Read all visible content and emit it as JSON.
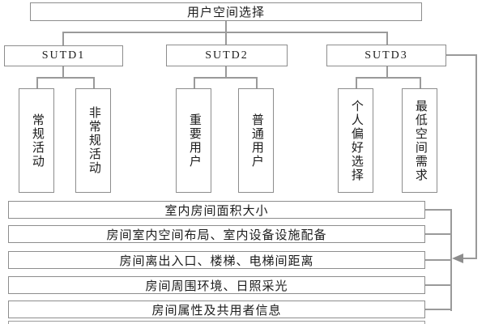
{
  "title": {
    "label": "用户空间选择"
  },
  "branches": [
    {
      "label": "SUTD1",
      "children": [
        "常规活动",
        "非常规活动"
      ]
    },
    {
      "label": "SUTD2",
      "children": [
        "重要用户",
        "普通用户"
      ]
    },
    {
      "label": "SUTD3",
      "children": [
        "个人偏好选择",
        "最低空间需求"
      ]
    }
  ],
  "criteria": [
    "室内房间面积大小",
    "房间室内空间布局、室内设备设施配备",
    "房间离出入口、楼梯、电梯间距离",
    "房间周围环境、日照采光",
    "房间属性及共用者信息"
  ],
  "connector": {
    "type": "arrow",
    "direction": "left",
    "from": "SUTD3",
    "to": "criteria-list"
  },
  "colors": {
    "background": "#ffffff",
    "box_border": "#8d8d8d",
    "line": "#9a9a9a",
    "text": "#1c1c1c",
    "arrow": "#8d8d8d"
  }
}
